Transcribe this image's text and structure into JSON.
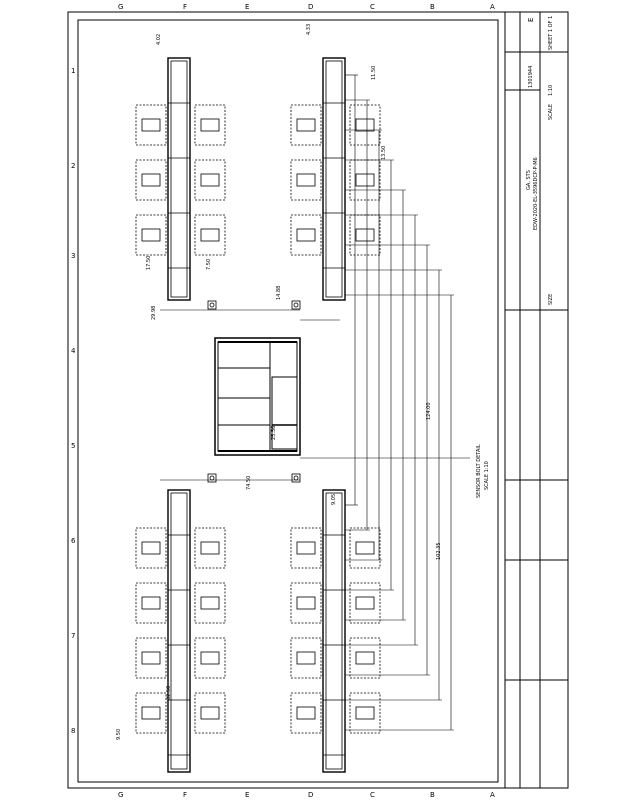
{
  "drawing": {
    "grid_letters": [
      "G",
      "F",
      "E",
      "D",
      "C",
      "B",
      "A"
    ],
    "grid_numbers": [
      "1",
      "2",
      "3",
      "4",
      "5",
      "6",
      "7",
      "8"
    ],
    "detail_title": "SENSOR BOLT DETAIL",
    "detail_scale": "SCALE 1:10"
  },
  "title_block": {
    "title_line1": "GA, STS",
    "title_line2": "EDW-2020-EL-3596DCP-P-M6",
    "drawing_no": "1301944",
    "revision": "E",
    "sheet": "SHEET 1 OF 1",
    "scale_label": "SCALE",
    "scale_value": "1:10",
    "size_label": "SIZE"
  },
  "dimensions": [
    "4.02",
    "4.33",
    "11.50",
    "29.98",
    "17.50",
    "9.50",
    "7.50",
    "14.88",
    "25.56",
    "74.50",
    "9.05",
    "32.50",
    "13.50",
    "124.00",
    "102.35"
  ]
}
